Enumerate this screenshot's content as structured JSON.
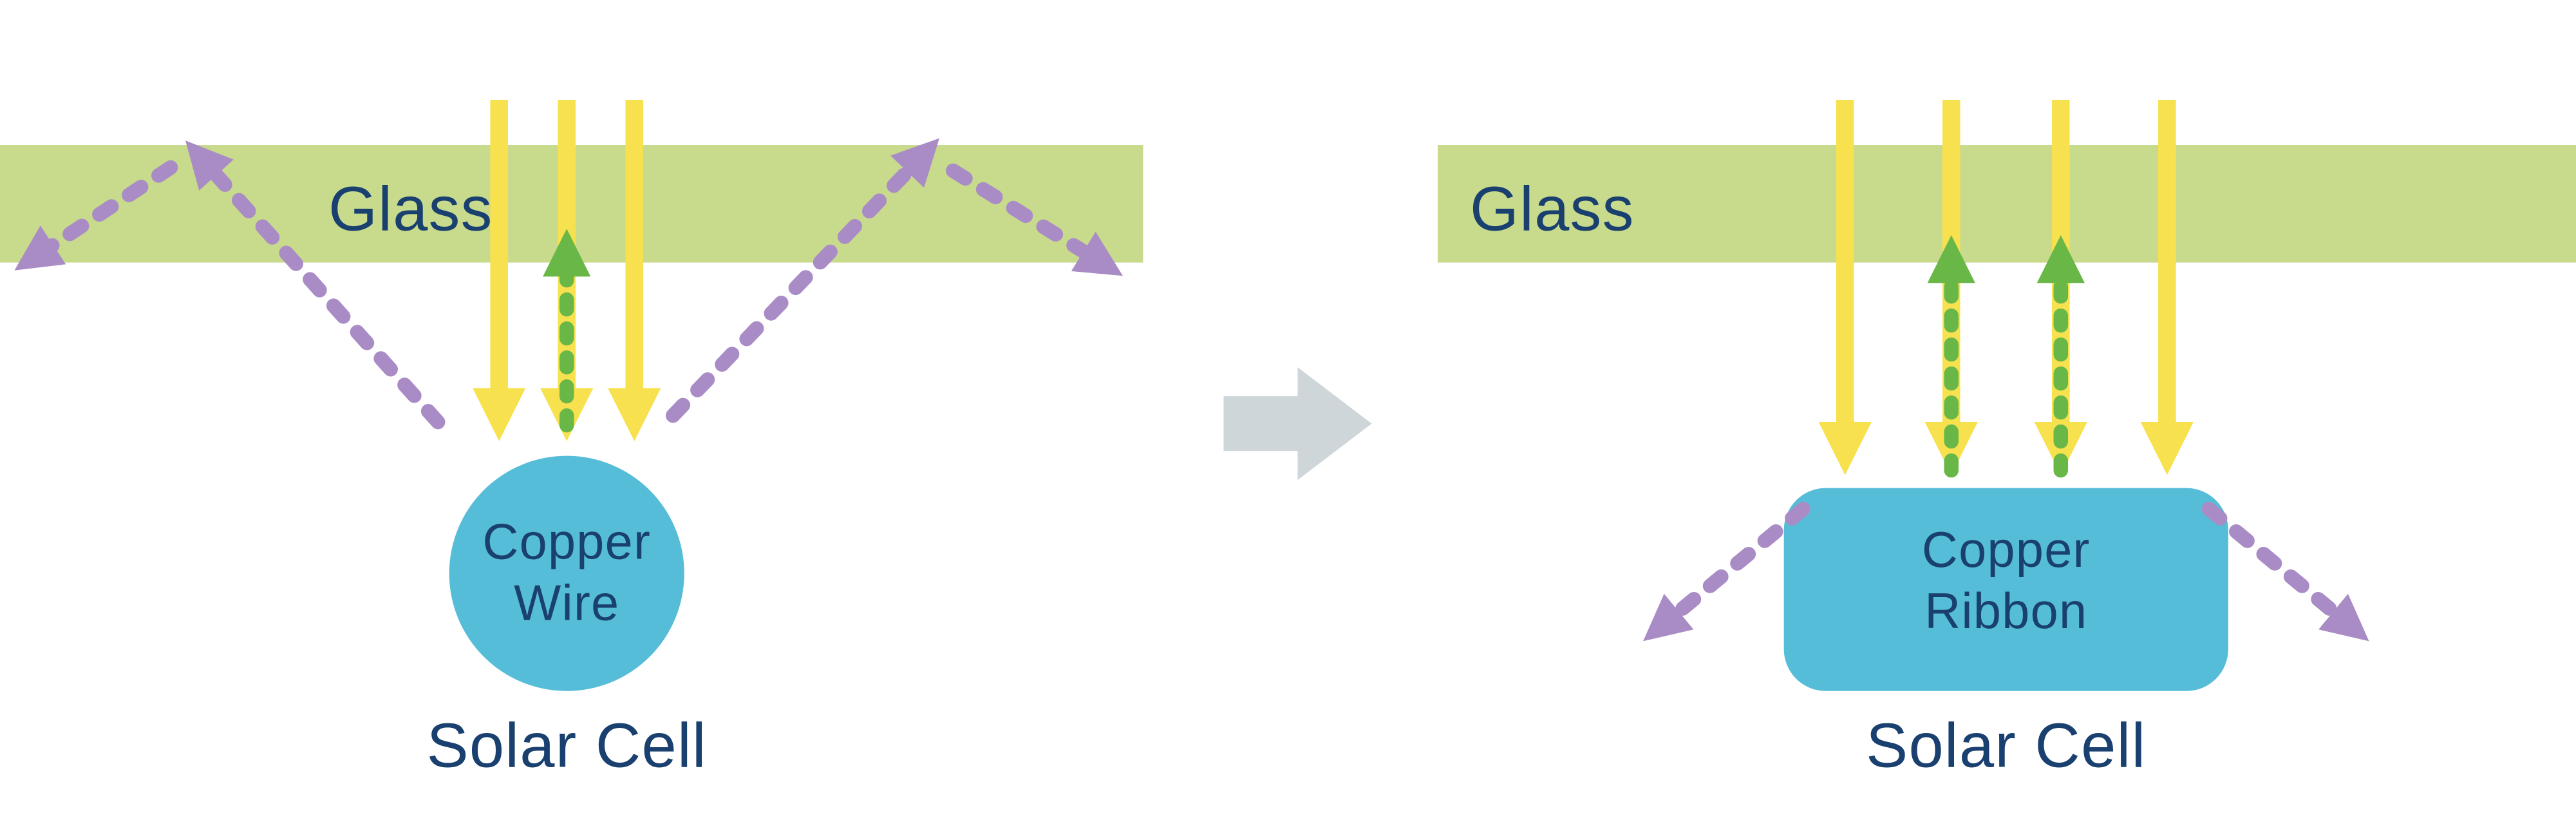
{
  "diagram": {
    "left": {
      "glass_label": "Glass",
      "component_line1": "Copper",
      "component_line2": "Wire",
      "caption": "Solar Cell"
    },
    "right": {
      "glass_label": "Glass",
      "component_line1": "Copper",
      "component_line2": "Ribbon",
      "caption": "Solar Cell"
    }
  },
  "colors": {
    "glass-green": "#c8da8c",
    "sunlight-yellow": "#f7e14e",
    "reflected-green": "#69b747",
    "scattered-purple": "#a98cc6",
    "copper-blue": "#56bdd8",
    "label-navy": "#19406f",
    "transition-gray": "#ced6d9",
    "background": "#ffffff"
  }
}
